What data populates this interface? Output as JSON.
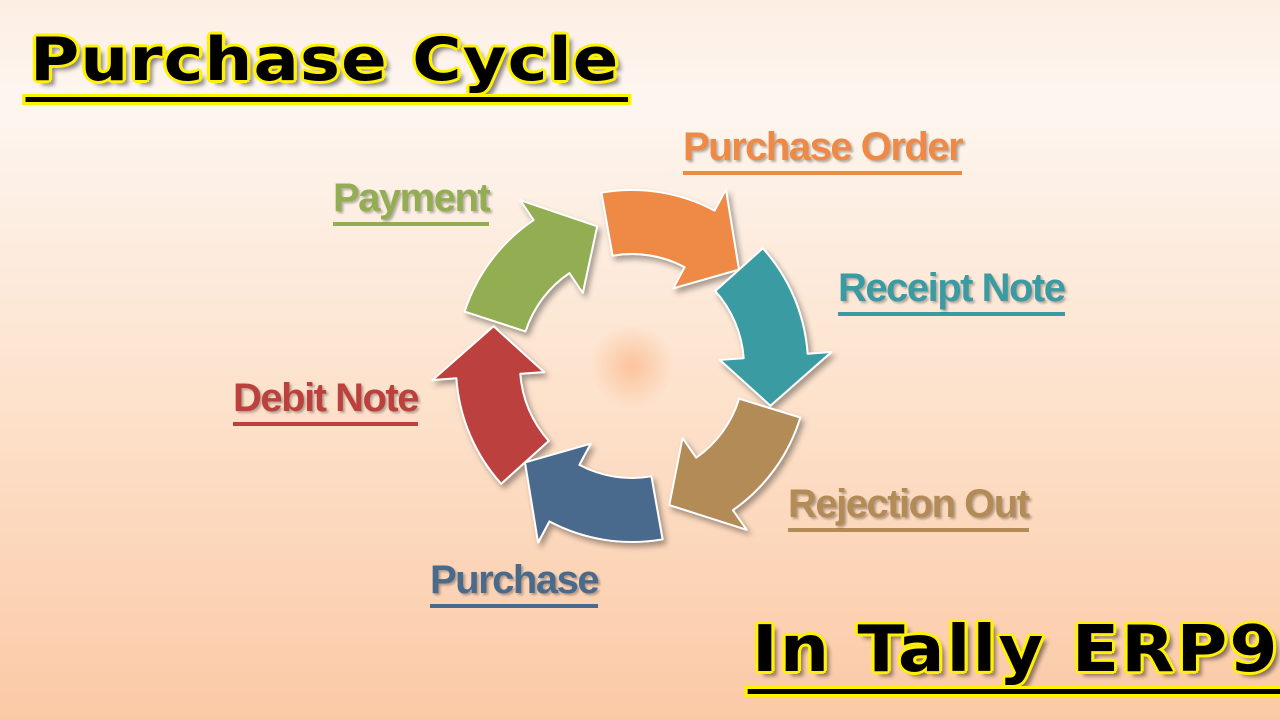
{
  "title": "Purchase Cycle",
  "subtitle": "In Tally ERP9",
  "colors": {
    "banner_text": "#000000",
    "banner_outline": "#fff200"
  },
  "stages": [
    {
      "label": "Purchase Order",
      "color": "#ee8a45"
    },
    {
      "label": "Receipt Note",
      "color": "#3a9ba2"
    },
    {
      "label": "Rejection Out",
      "color": "#b28b56"
    },
    {
      "label": "Purchase",
      "color": "#4a6a8c"
    },
    {
      "label": "Debit Note",
      "color": "#bc413d"
    },
    {
      "label": "Payment",
      "color": "#93ad52"
    }
  ]
}
